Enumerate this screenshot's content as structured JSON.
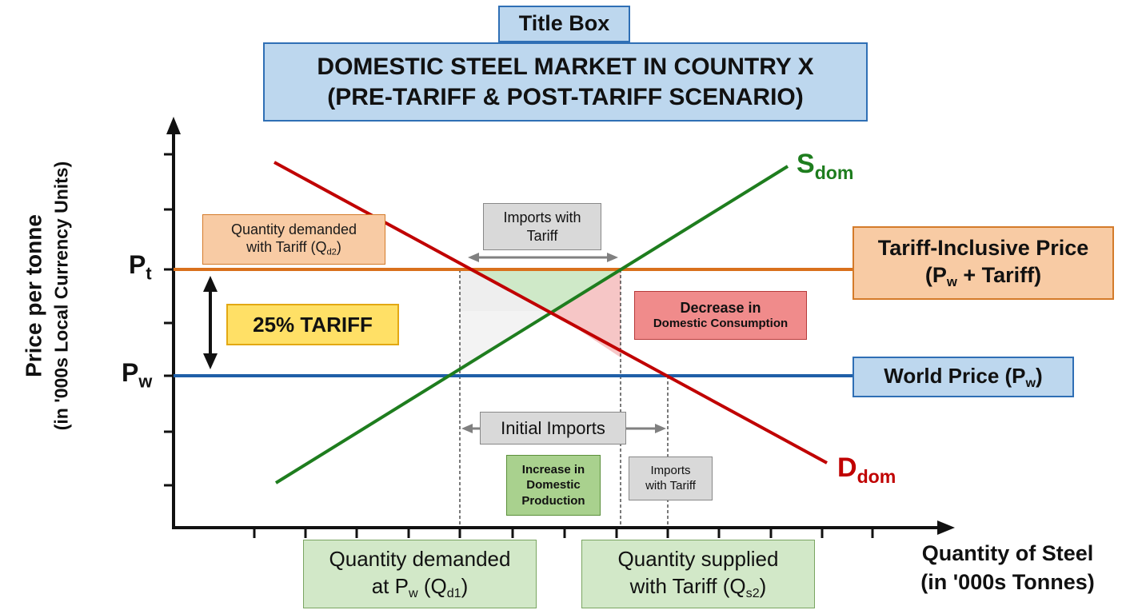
{
  "header": {
    "tag": "Title Box",
    "title_line1": "DOMESTIC STEEL MARKET IN COUNTRY X",
    "title_line2": "(PRE-TARIFF & POST-TARIFF SCENARIO)"
  },
  "axes": {
    "y_label_line1": "Price per tonne",
    "y_label_line2": "(in '000s Local Currency Units)",
    "x_label_line1": "Quantity of Steel",
    "x_label_line2": "(in '000s Tonnes)",
    "pt_main": "P",
    "pt_sub": "t",
    "pw_main": "P",
    "pw_sub": "w"
  },
  "curves": {
    "supply_main": "S",
    "supply_sub": "dom",
    "demand_main": "D",
    "demand_sub": "dom"
  },
  "labels": {
    "qd2_line1": "Quantity demanded",
    "qd2_line2_pre": "with Tariff (Q",
    "qd2_sub": "d2",
    "qd2_post": ")",
    "tariff": "25% TARIFF",
    "imports_tariff_top_line1": "Imports with",
    "imports_tariff_top_line2": "Tariff",
    "tip_line1": "Tariff-Inclusive Price",
    "tip_line2_pre": "(P",
    "tip_sub": "w",
    "tip_line2_post": " + Tariff)",
    "decrease_line1": "Decrease in",
    "decrease_line2": "Domestic Consumption",
    "wp_pre": "World Price (P",
    "wp_sub": "w",
    "wp_post": ")",
    "initial_imports": "Initial Imports",
    "increase_line1": "Increase in",
    "increase_line2": "Domestic",
    "increase_line3": "Production",
    "imports_tariff_bottom_line1": "Imports",
    "imports_tariff_bottom_line2": "with Tariff",
    "qd1_line1": "Quantity demanded",
    "qd1_line2_pre": "at P",
    "qd1_sub1": "w",
    "qd1_mid": " (Q",
    "qd1_sub2": "d1",
    "qd1_post": ")",
    "qs2_line1": "Quantity supplied",
    "qs2_line2_pre": "with Tariff (Q",
    "qs2_sub": "s2",
    "qs2_post": ")"
  },
  "colors": {
    "supply": "#1e7d1e",
    "demand": "#c00000",
    "tariff_price": "#d9701c",
    "world_price": "#1f5fa8",
    "axis": "#111111",
    "arrow_gray": "#808080",
    "welfare_green": "#c8e6c1",
    "welfare_red": "#f6c1c1",
    "welfare_gray": "#eeeeee"
  }
}
